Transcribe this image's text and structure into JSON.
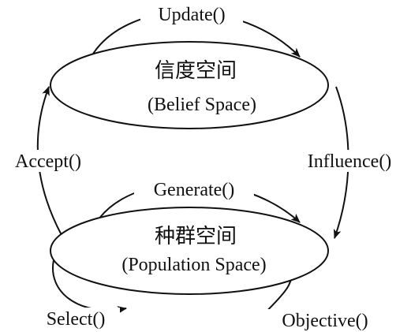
{
  "belief": {
    "title": "信度空间",
    "subtitle": "(Belief Space)"
  },
  "population": {
    "title": "种群空间",
    "subtitle": "(Population Space)"
  },
  "edges": {
    "update": "Update()",
    "accept": "Accept()",
    "influence": "Influence()",
    "generate": "Generate()",
    "select": "Select()",
    "objective": "Objective()"
  }
}
